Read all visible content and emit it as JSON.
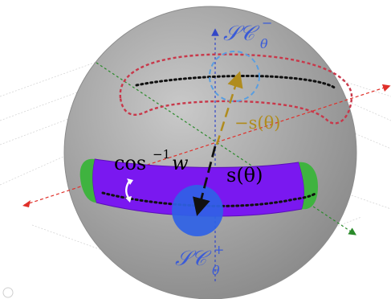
{
  "labels": {
    "sc_minus_base": "𝒮𝒞",
    "sc_minus_sup": "−",
    "sc_minus_sub": "θ",
    "sc_plus_base": "𝒮𝒞",
    "sc_plus_sup": "+",
    "sc_plus_sub": "θ",
    "neg_s_theta": "−s(θ)",
    "s_theta": "s(θ)",
    "cos_inv_base": "cos",
    "cos_inv_sup": "−1",
    "cos_inv_var": "w"
  },
  "colors": {
    "sphere_fill": "#9c9c9c",
    "band_fill": "#7a18f0",
    "band_end_fill": "#3fb33f",
    "cap_fill": "#2f62e6",
    "dashed_closed_curve": "#c8384a",
    "dashed_circle_top": "#5a9ee0",
    "black_dots": "#111111",
    "axis_red": "#e0302a",
    "axis_green": "#2a8a2a",
    "axis_blue": "#3347c8",
    "label_blue": "#3a5bd8",
    "label_olive": "#b08c1e",
    "label_black": "#000000",
    "grid": "#cfcfcf"
  }
}
